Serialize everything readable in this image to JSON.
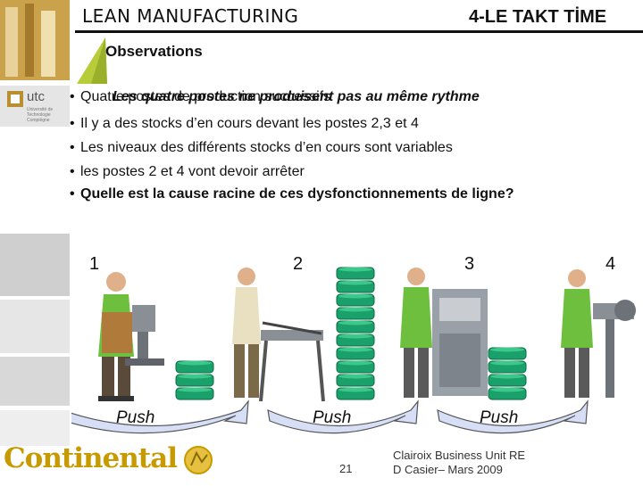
{
  "header": {
    "title": "LEAN MANUFACTURING",
    "section": "4-LE TAKT TİME"
  },
  "observations_title": "Observations",
  "logo_text": {
    "utc": "utc",
    "utc_sub": "Université de Technologie Compiègne"
  },
  "bullets": [
    "Quatre postes de production successifs",
    "Il y a des stocks d’en cours devant les postes 2,3 et 4",
    "Les niveaux des différents stocks d’en cours sont variables",
    "les postes 2 et 4 vont devoir arrêter",
    "Quelle est la cause racine de ces dysfonctionnements de ligne?"
  ],
  "overlay_text": "Les quatre postes ne produisent pas au même rythme",
  "stations": [
    "1",
    "2",
    "3",
    "4"
  ],
  "push_labels": [
    "Push",
    "Push",
    "Push"
  ],
  "stock_levels": [
    3,
    10,
    4
  ],
  "footer": {
    "brand": "Continental",
    "page_number": "21",
    "unit": "Clairoix Business Unit RE",
    "author": "D Casier– Mars 2009"
  },
  "colors": {
    "stock": "#1aa06a",
    "worker_shirt": "#6fbf3f",
    "machine": "#8a8f96",
    "push_arrow_fill": "#d7dff7",
    "push_arrow_stroke": "#555555",
    "brand": "#c79a00"
  }
}
